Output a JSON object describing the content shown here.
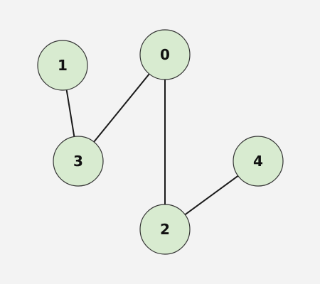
{
  "graph": {
    "node_fill": "#d8ebd0",
    "node_stroke": "#333333",
    "edge_color": "#1a1a1a",
    "background": "#f3f3f3",
    "nodes": [
      {
        "id": "0",
        "label": "0"
      },
      {
        "id": "1",
        "label": "1"
      },
      {
        "id": "2",
        "label": "2"
      },
      {
        "id": "3",
        "label": "3"
      },
      {
        "id": "4",
        "label": "4"
      }
    ],
    "edges": [
      {
        "from": "1",
        "to": "3"
      },
      {
        "from": "0",
        "to": "3"
      },
      {
        "from": "0",
        "to": "2"
      },
      {
        "from": "2",
        "to": "4"
      }
    ]
  }
}
